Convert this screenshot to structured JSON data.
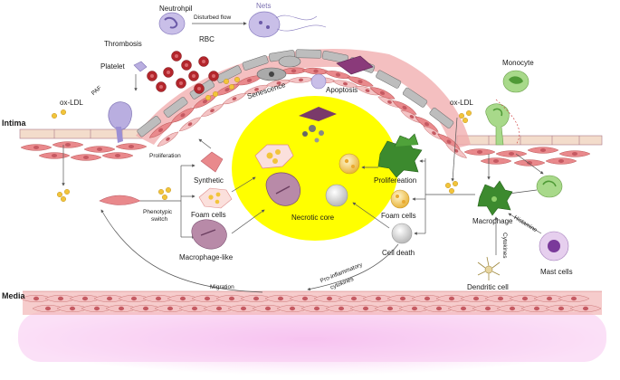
{
  "layers": {
    "intima": "Intima",
    "media": "Media"
  },
  "labels": {
    "neutrophil": "Neutrohpil",
    "nets": "Nets",
    "disturbed_flow": "Disturbed flow",
    "thrombosis": "Thrombosis",
    "rbc": "RBC",
    "platelet": "Platelet",
    "paf": "PAF",
    "senescence": "Senescence",
    "apoptosis": "Apoptosis",
    "monocyte": "Monocyte",
    "oxldl_left": "ox-LDL",
    "oxldl_right": "ox-LDL",
    "proliferation": "Proliferation",
    "synthetic": "Synthetic",
    "foam_cells_left": "Foam cells",
    "phenotypic_switch": "Phenotypic switch",
    "macrophage_like": "Macrophage-like",
    "necrotic_core": "Necrotic core",
    "prolifereation": "Prolifereation",
    "foam_cells_right": "Foam cells",
    "macrophage": "Macrophage",
    "cell_death": "Cell death",
    "histamine": "Histamine",
    "cytokines": "Cytokines",
    "mast_cells": "Mast cells",
    "dendritic_cell": "Dendritic cell",
    "pro_inflammatory": "Pro-inflammatory cytokines",
    "migration": "Migration"
  },
  "colors": {
    "necrotic_core": "#ffff00",
    "smc": "#e9898c",
    "smc_light": "#f4c3c4",
    "endothelium": "#f3dccb",
    "media_glow": "#f6b8ee",
    "foam_yellow": "#f2c43a",
    "macrophage_green": "#3c8a2e",
    "neutrophil": "#b9aee0",
    "rbc": "#b3262c",
    "monocyte": "#8cc466",
    "mast_cell": "#c8a3d8",
    "arrow": "#555555"
  }
}
